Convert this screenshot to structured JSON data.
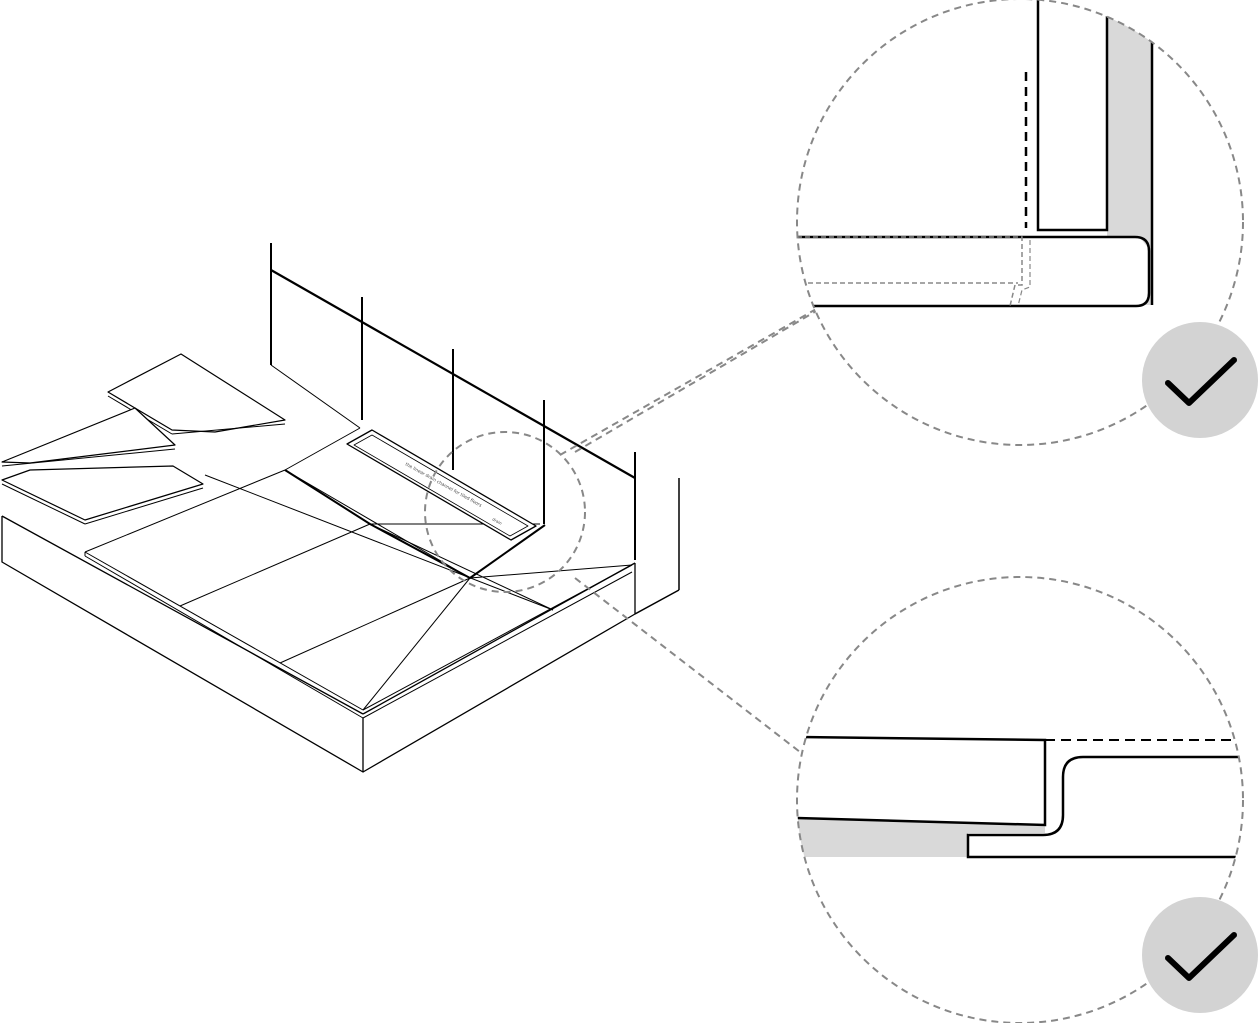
{
  "figure": {
    "subject": "Isometric view of a tiled shower floor with a linear drain channel and two magnified detail circles",
    "colors": {
      "stroke": "#000000",
      "fill_shaded": "#d9d9d9",
      "dash": "#888888",
      "badge_fill": "#d3d3d3",
      "background": "#ffffff"
    },
    "channel_text": {
      "main": "the linear drain channel for tiled floors",
      "small": "drain"
    },
    "details": [
      {
        "id": "detail-top",
        "description": "wall-to-floor junction",
        "badge_icon": "checkmark-icon",
        "status": "correct"
      },
      {
        "id": "detail-bottom",
        "description": "tile-to-channel junction",
        "badge_icon": "checkmark-icon",
        "status": "correct"
      }
    ]
  }
}
